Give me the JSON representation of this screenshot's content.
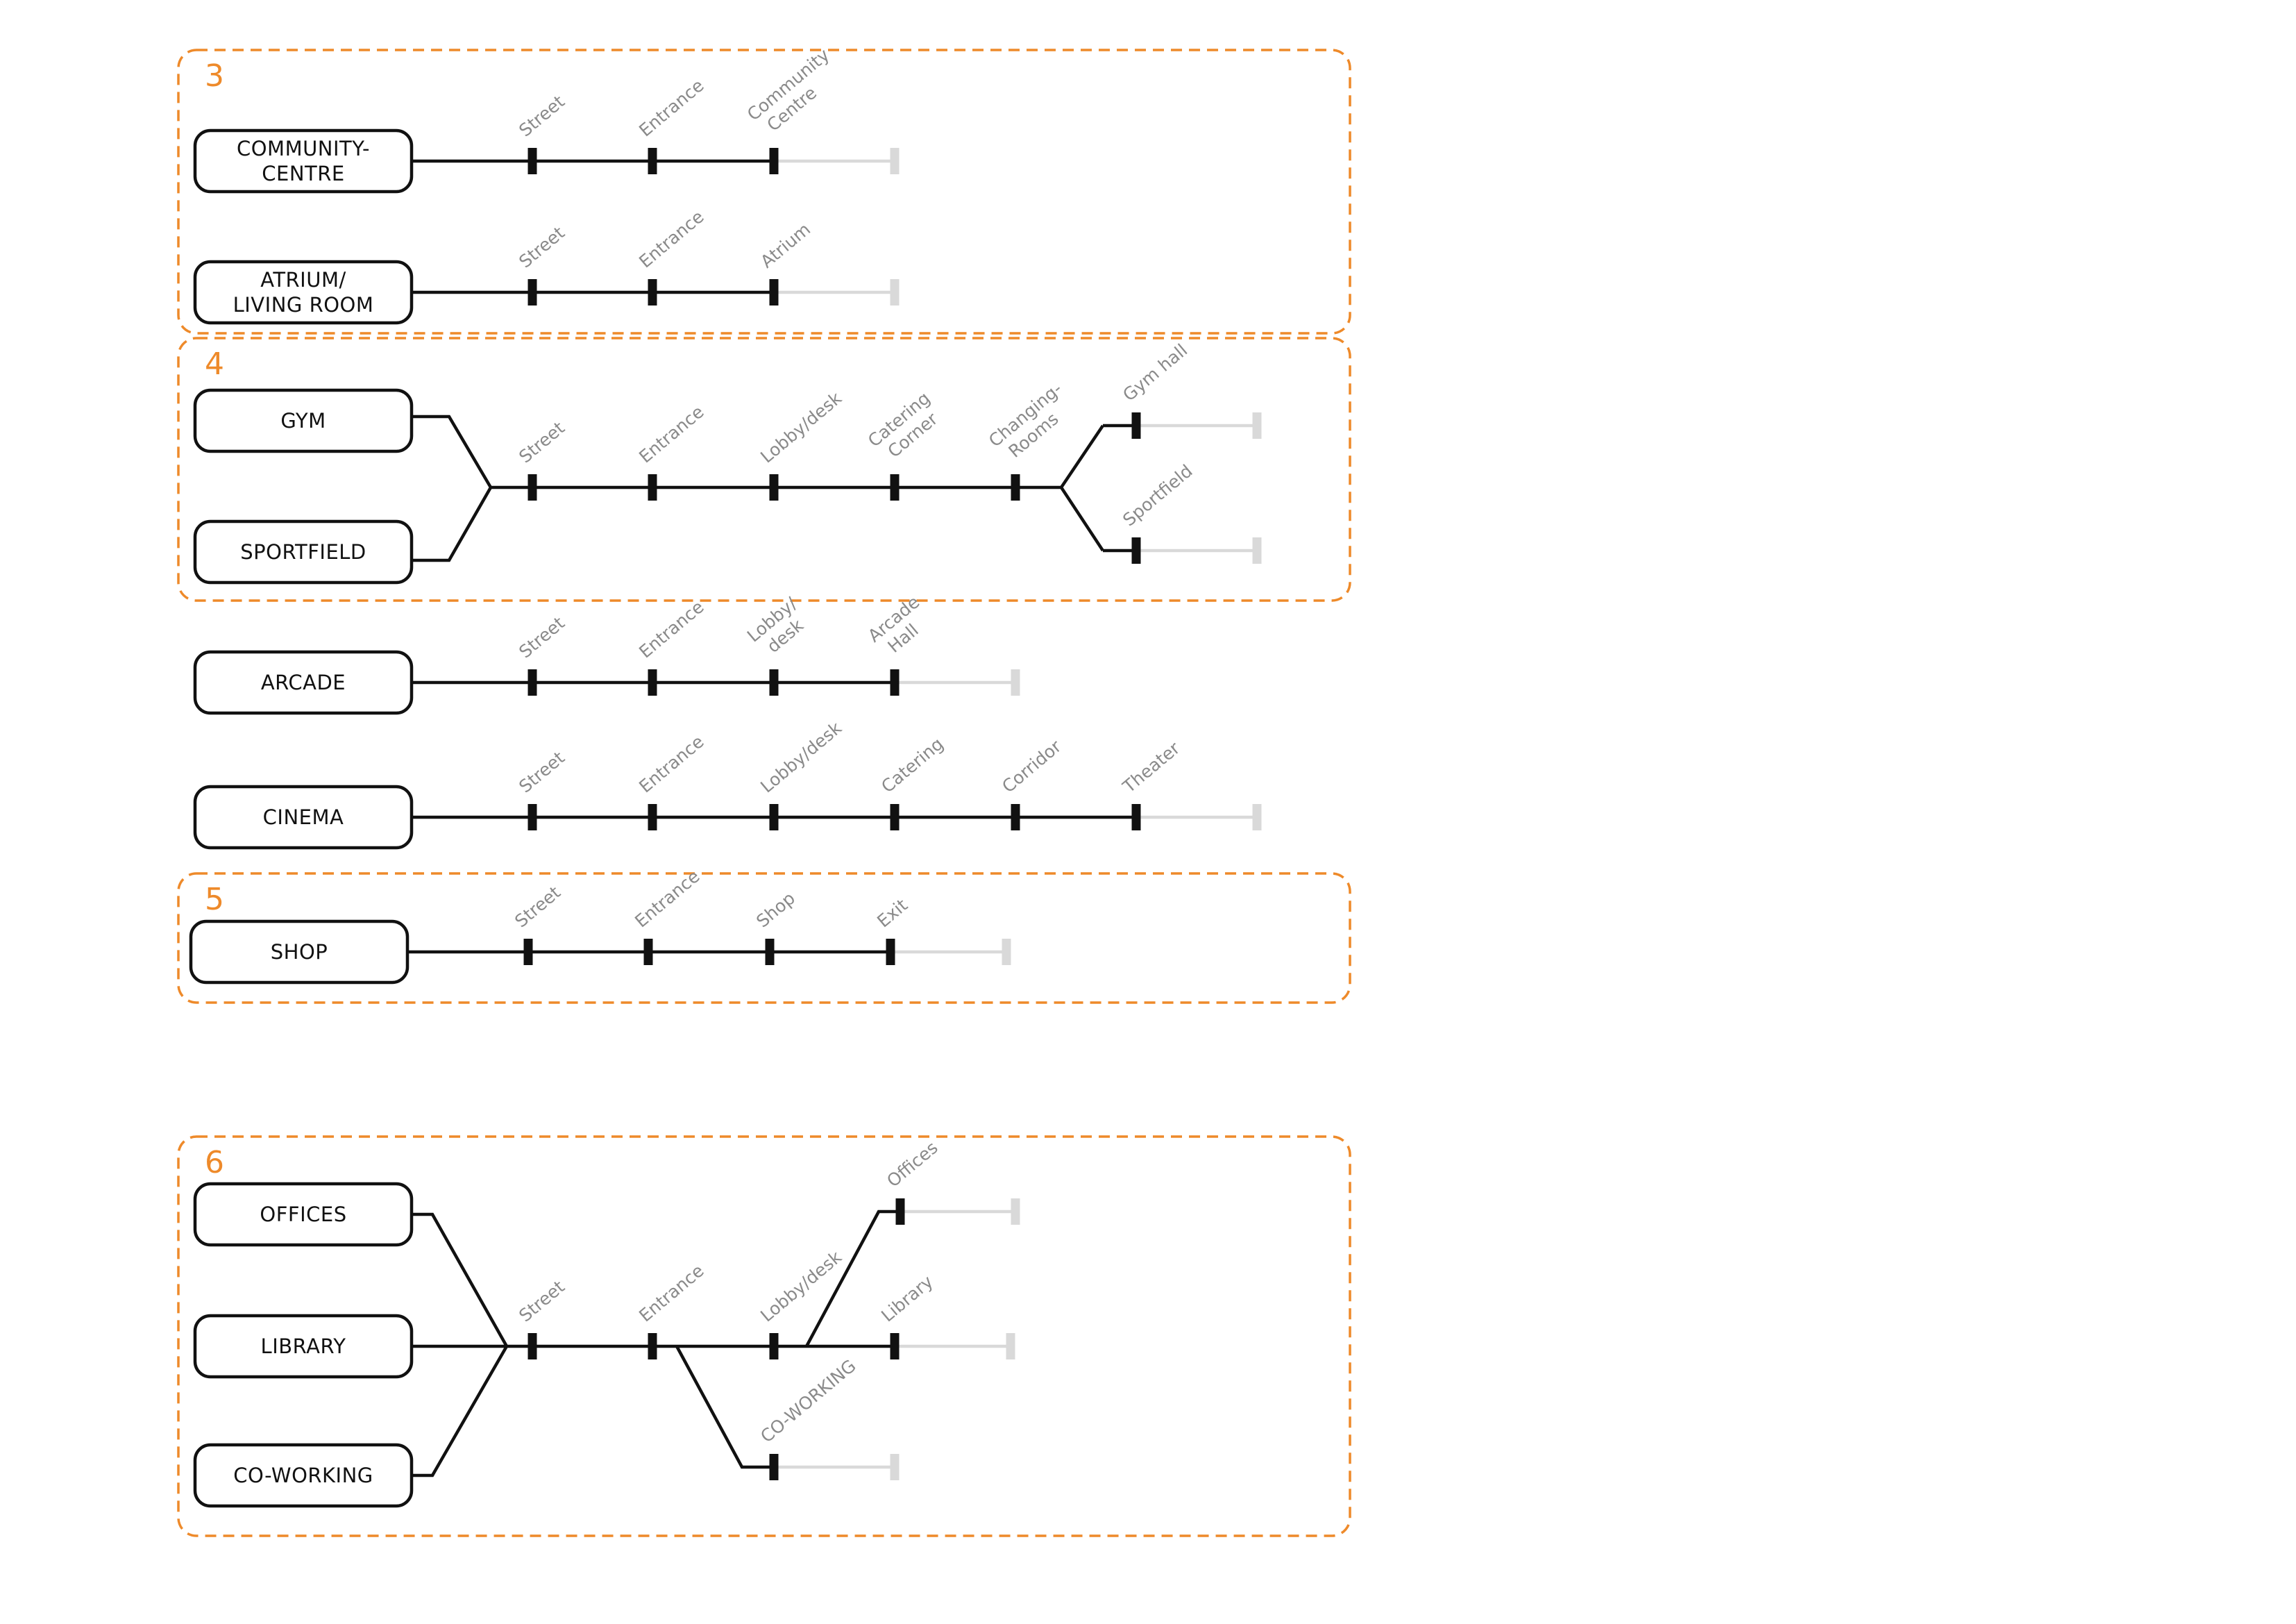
{
  "colors": {
    "accent": "#EE8A2A",
    "line": "#111111",
    "tail": "#d9d9d9",
    "label": "#8a8a8a"
  },
  "groups": [
    {
      "number": "3"
    },
    {
      "number": "4"
    },
    {
      "number": "5"
    },
    {
      "number": "6"
    }
  ],
  "routes": [
    {
      "name": [
        "COMMUNITY-",
        "CENTRE"
      ],
      "stops": [
        "Street",
        "Entrance",
        [
          "Community",
          "Centre"
        ]
      ]
    },
    {
      "name": [
        "ATRIUM/",
        "LIVING ROOM"
      ],
      "stops": [
        "Street",
        "Entrance",
        "Atrium"
      ]
    },
    {
      "name": [
        "GYM"
      ],
      "stops": [
        "Street",
        "Entrance",
        "Lobby/desk",
        [
          "Catering",
          "Corner"
        ],
        [
          "Changing-",
          "Rooms"
        ],
        "Gym hall"
      ]
    },
    {
      "name": [
        "SPORTFIELD"
      ],
      "stops": [
        "Street",
        "Entrance",
        "Lobby/desk",
        [
          "Catering",
          "Corner"
        ],
        [
          "Changing-",
          "Rooms"
        ],
        "Sportfield"
      ]
    },
    {
      "name": [
        "ARCADE"
      ],
      "stops": [
        "Street",
        "Entrance",
        [
          "Lobby/",
          "desk"
        ],
        [
          "Arcade",
          "Hall"
        ]
      ]
    },
    {
      "name": [
        "CINEMA"
      ],
      "stops": [
        "Street",
        "Entrance",
        "Lobby/desk",
        "Catering",
        "Corridor",
        "Theater"
      ]
    },
    {
      "name": [
        "SHOP"
      ],
      "stops": [
        "Street",
        "Entrance",
        "Shop",
        "Exit"
      ]
    },
    {
      "name": [
        "OFFICES"
      ],
      "stops": [
        "Street",
        "Entrance",
        "Lobby/desk",
        "Offices"
      ]
    },
    {
      "name": [
        "LIBRARY"
      ],
      "stops": [
        "Street",
        "Entrance",
        "Lobby/desk",
        "Library"
      ]
    },
    {
      "name": [
        "CO-WORKING"
      ],
      "stops": [
        "Street",
        "Entrance",
        "CO-WORKING"
      ]
    }
  ]
}
